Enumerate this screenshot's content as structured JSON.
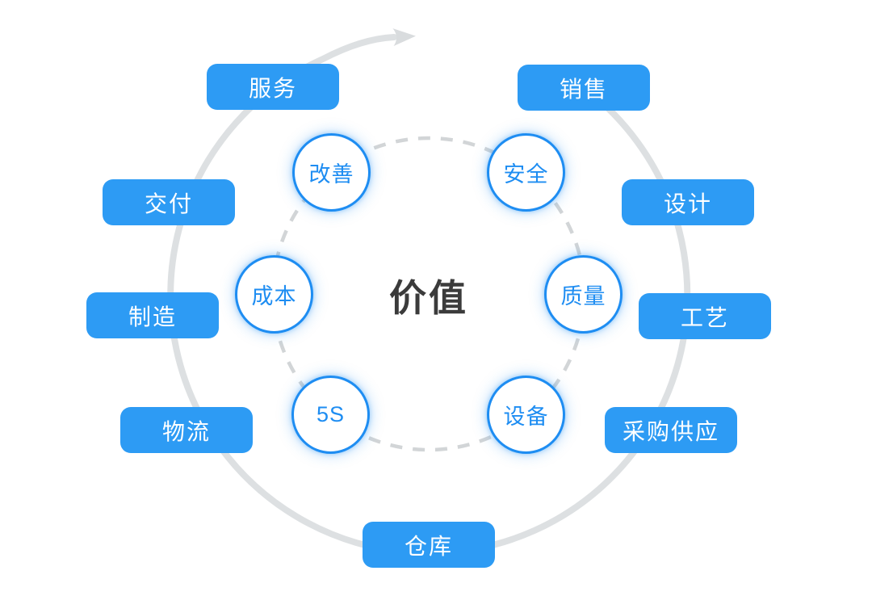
{
  "center": {
    "label": "价值"
  },
  "outer_ring": [
    {
      "id": "service",
      "label": "服务"
    },
    {
      "id": "sales",
      "label": "销售"
    },
    {
      "id": "design",
      "label": "设计"
    },
    {
      "id": "process",
      "label": "工艺"
    },
    {
      "id": "procurement",
      "label": "采购供应"
    },
    {
      "id": "warehouse",
      "label": "仓库"
    },
    {
      "id": "logistics",
      "label": "物流"
    },
    {
      "id": "manufacturing",
      "label": "制造"
    },
    {
      "id": "delivery",
      "label": "交付"
    }
  ],
  "inner_ring": [
    {
      "id": "improvement",
      "label": "改善"
    },
    {
      "id": "safety",
      "label": "安全"
    },
    {
      "id": "quality",
      "label": "质量"
    },
    {
      "id": "equipment",
      "label": "设备"
    },
    {
      "id": "5s",
      "label": "5S"
    },
    {
      "id": "cost",
      "label": "成本"
    }
  ],
  "colors": {
    "pill_blue": "#2D9BF4",
    "node_blue": "#1E8DF2",
    "arc_gray": "#DDE0E2",
    "dash_gray": "#D2D5D7",
    "arrow_gray": "#D9DCDE",
    "text_dark": "#3B3B3B"
  }
}
